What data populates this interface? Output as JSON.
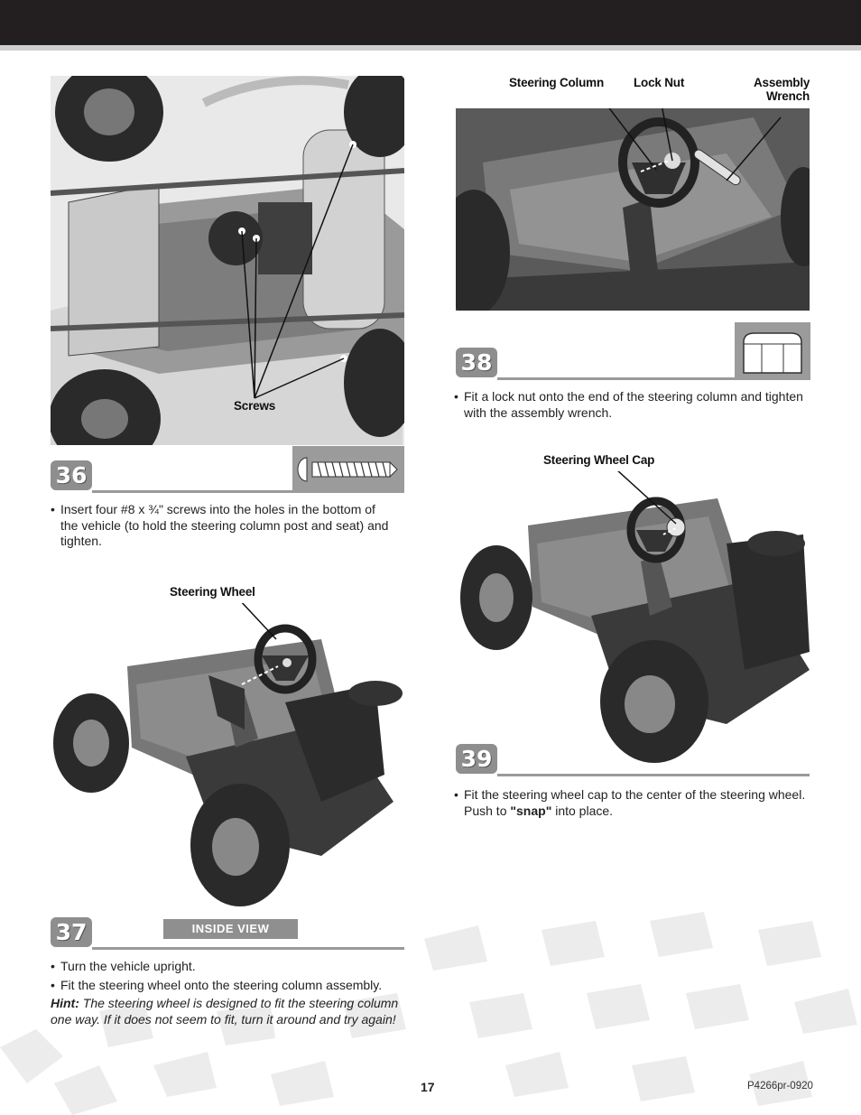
{
  "step36": {
    "number": "36",
    "callout_screws": "Screws",
    "part_icon": "screw-icon",
    "bullets": [
      "Insert four #8 x ¾\" screws into the holes in the bottom of the vehicle (to hold the steering column post and seat) and tighten."
    ]
  },
  "step37": {
    "number": "37",
    "badge": "INSIDE VIEW",
    "callout_steering_wheel": "Steering Wheel",
    "bullets": [
      "Turn the vehicle upright.",
      "Fit the steering wheel onto the steering column assembly."
    ],
    "hint_label": "Hint:",
    "hint_text": " The steering wheel is designed to fit the steering column one way. If it does not seem to fit, turn it around and try again!"
  },
  "step38": {
    "number": "38",
    "callout_steering_column": "Steering Column",
    "callout_lock_nut": "Lock Nut",
    "callout_wrench_line1": "Assembly",
    "callout_wrench_line2": "Wrench",
    "part_icon": "lock-nut-icon",
    "bullets": [
      "Fit a lock nut onto the end of the steering column and tighten with the assembly wrench."
    ]
  },
  "step39": {
    "number": "39",
    "callout_cap": "Steering Wheel Cap",
    "bullet_pre": "Fit the steering wheel cap to the center of the steering wheel. Push to ",
    "bullet_bold": "\"snap\"",
    "bullet_post": " into place."
  },
  "footer": {
    "page_number": "17",
    "doc_code": "P4266pr-0920"
  }
}
